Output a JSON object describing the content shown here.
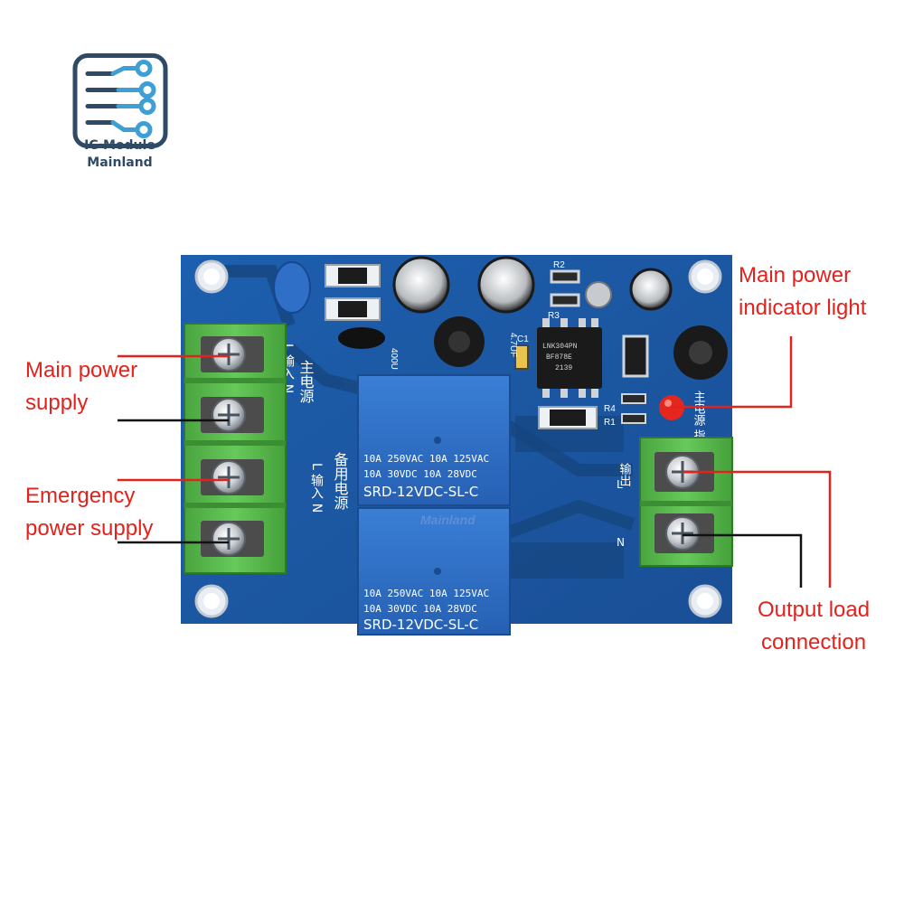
{
  "brand": {
    "line1": "IC·Module",
    "line2": "Mainland"
  },
  "annotations": {
    "main_power_supply": [
      "Main power",
      "supply"
    ],
    "emergency_power_supply": [
      "Emergency",
      "power supply"
    ],
    "main_power_indicator": [
      "Main power",
      "indicator light"
    ],
    "output_load": [
      "Output load",
      "connection"
    ]
  },
  "board": {
    "relay_text": [
      "10A 250VAC  10A 125VAC",
      "10A  30VDC  10A  28VDC",
      "SRD-12VDC-SL-C"
    ],
    "input_main_label": "主电源",
    "input_main_sub": "L 输入 N",
    "input_backup_label": "备用电源",
    "input_backup_sub": "L 输入 N",
    "output_label": "输出",
    "indicator_label": "主电源 指示灯",
    "cap_labels": [
      "400U",
      "4.7UF"
    ],
    "resistor_labels": [
      "R2",
      "R3",
      "R4",
      "R1",
      "C1"
    ],
    "chip_text": [
      "LNK304PN",
      "BF878E",
      "2139"
    ],
    "terminal_L": "L",
    "terminal_N": "N",
    "watermark": "Mainland"
  },
  "colors": {
    "annotation": "#e2221c",
    "pcb": "#1f63b0",
    "terminal": "#58b84c",
    "relay": "#2c6fc9"
  }
}
